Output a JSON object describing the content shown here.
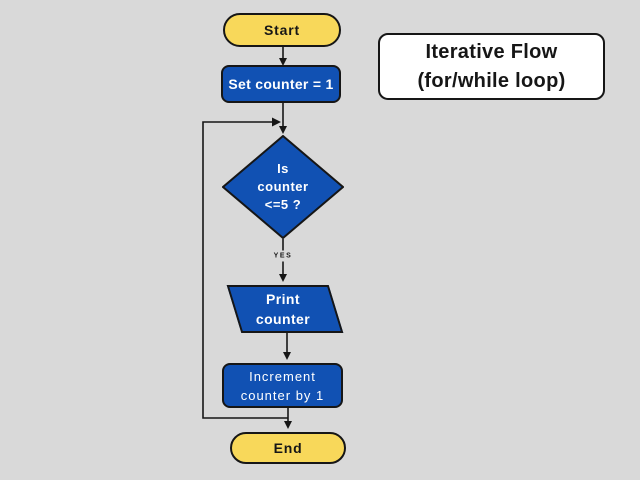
{
  "title": {
    "line1": "Iterative Flow",
    "line2": "(for/while loop)"
  },
  "nodes": {
    "start": {
      "label": "Start"
    },
    "set_counter": {
      "label": "Set counter = 1"
    },
    "decision": {
      "line1": "Is",
      "line2": "counter",
      "line3": "<=5 ?"
    },
    "print": {
      "line1": "Print",
      "line2": "counter"
    },
    "increment": {
      "line1": "Increment",
      "line2": "counter by 1"
    },
    "end": {
      "label": "End"
    }
  },
  "edge_labels": {
    "yes": "YES"
  },
  "colors": {
    "background": "#d9d9d9",
    "node_blue": "#1151b3",
    "node_yellow": "#f8d85a",
    "outline": "#161616",
    "text_on_blue": "#ffffff",
    "text_dark": "#161616",
    "title_background": "#ffffff"
  }
}
